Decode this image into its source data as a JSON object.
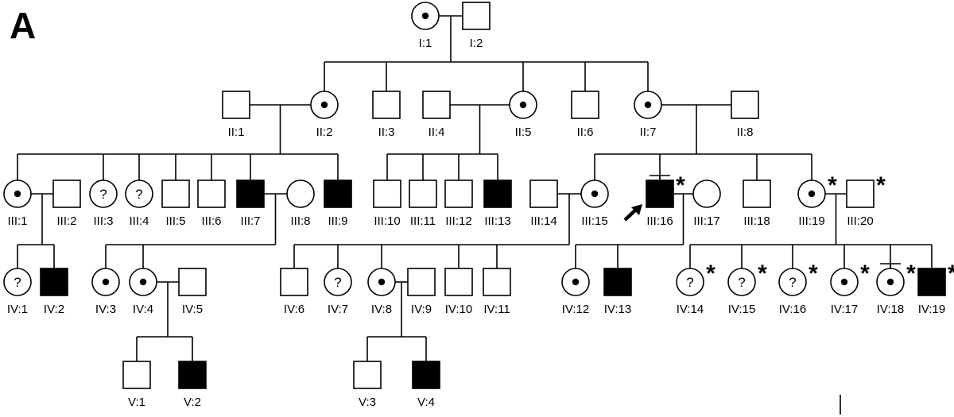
{
  "panel_label": "A",
  "individuals": [
    {
      "id": "I:1",
      "sex": "female",
      "status": "carrier"
    },
    {
      "id": "I:2",
      "sex": "male",
      "status": "unaffected"
    },
    {
      "id": "II:1",
      "sex": "male",
      "status": "unaffected"
    },
    {
      "id": "II:2",
      "sex": "female",
      "status": "carrier"
    },
    {
      "id": "II:3",
      "sex": "male",
      "status": "unaffected"
    },
    {
      "id": "II:4",
      "sex": "male",
      "status": "unaffected"
    },
    {
      "id": "II:5",
      "sex": "female",
      "status": "carrier"
    },
    {
      "id": "II:6",
      "sex": "male",
      "status": "unaffected"
    },
    {
      "id": "II:7",
      "sex": "female",
      "status": "carrier"
    },
    {
      "id": "II:8",
      "sex": "male",
      "status": "unaffected"
    },
    {
      "id": "III:1",
      "sex": "female",
      "status": "carrier"
    },
    {
      "id": "III:2",
      "sex": "male",
      "status": "unaffected"
    },
    {
      "id": "III:3",
      "sex": "female",
      "status": "unknown"
    },
    {
      "id": "III:4",
      "sex": "female",
      "status": "unknown"
    },
    {
      "id": "III:5",
      "sex": "male",
      "status": "unaffected"
    },
    {
      "id": "III:6",
      "sex": "male",
      "status": "unaffected"
    },
    {
      "id": "III:7",
      "sex": "male",
      "status": "affected"
    },
    {
      "id": "III:8",
      "sex": "female",
      "status": "unaffected"
    },
    {
      "id": "III:9",
      "sex": "male",
      "status": "affected"
    },
    {
      "id": "III:10",
      "sex": "male",
      "status": "unaffected"
    },
    {
      "id": "III:11",
      "sex": "male",
      "status": "unaffected"
    },
    {
      "id": "III:12",
      "sex": "male",
      "status": "unaffected"
    },
    {
      "id": "III:13",
      "sex": "male",
      "status": "affected"
    },
    {
      "id": "III:14",
      "sex": "male",
      "status": "unaffected"
    },
    {
      "id": "III:15",
      "sex": "female",
      "status": "carrier"
    },
    {
      "id": "III:16",
      "sex": "male",
      "status": "affected",
      "proband": true,
      "tested": true,
      "marked": true
    },
    {
      "id": "III:17",
      "sex": "female",
      "status": "unaffected"
    },
    {
      "id": "III:18",
      "sex": "male",
      "status": "unaffected"
    },
    {
      "id": "III:19",
      "sex": "female",
      "status": "carrier",
      "marked": true
    },
    {
      "id": "III:20",
      "sex": "male",
      "status": "unaffected",
      "marked": true
    },
    {
      "id": "IV:1",
      "sex": "female",
      "status": "unknown"
    },
    {
      "id": "IV:2",
      "sex": "male",
      "status": "affected"
    },
    {
      "id": "IV:3",
      "sex": "female",
      "status": "carrier"
    },
    {
      "id": "IV:4",
      "sex": "female",
      "status": "carrier"
    },
    {
      "id": "IV:5",
      "sex": "male",
      "status": "unaffected"
    },
    {
      "id": "IV:6",
      "sex": "male",
      "status": "unaffected"
    },
    {
      "id": "IV:7",
      "sex": "female",
      "status": "unknown"
    },
    {
      "id": "IV:8",
      "sex": "female",
      "status": "carrier"
    },
    {
      "id": "IV:9",
      "sex": "male",
      "status": "unaffected"
    },
    {
      "id": "IV:10",
      "sex": "male",
      "status": "unaffected"
    },
    {
      "id": "IV:11",
      "sex": "male",
      "status": "unaffected"
    },
    {
      "id": "IV:12",
      "sex": "female",
      "status": "carrier"
    },
    {
      "id": "IV:13",
      "sex": "male",
      "status": "affected"
    },
    {
      "id": "IV:14",
      "sex": "female",
      "status": "unknown",
      "marked": true
    },
    {
      "id": "IV:15",
      "sex": "female",
      "status": "unknown",
      "marked": true
    },
    {
      "id": "IV:16",
      "sex": "female",
      "status": "unknown",
      "marked": true
    },
    {
      "id": "IV:17",
      "sex": "female",
      "status": "carrier",
      "marked": true
    },
    {
      "id": "IV:18",
      "sex": "female",
      "status": "carrier",
      "tested": true,
      "marked": true
    },
    {
      "id": "IV:19",
      "sex": "male",
      "status": "affected",
      "marked": true
    },
    {
      "id": "V:1",
      "sex": "male",
      "status": "unaffected"
    },
    {
      "id": "V:2",
      "sex": "male",
      "status": "affected"
    },
    {
      "id": "V:3",
      "sex": "male",
      "status": "unaffected"
    },
    {
      "id": "V:4",
      "sex": "male",
      "status": "affected"
    }
  ],
  "unknown_symbol": "?",
  "mark_symbol": "*"
}
